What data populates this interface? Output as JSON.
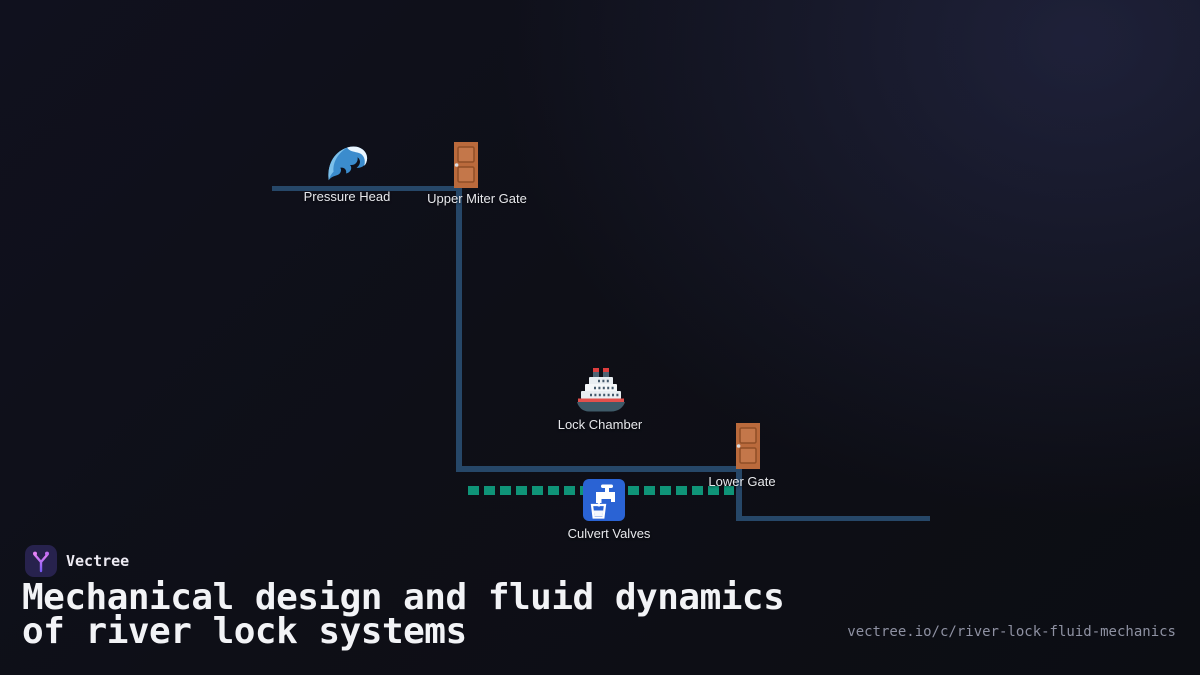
{
  "background": {
    "base_color": "#0e0f16",
    "glow_color": "#30345e"
  },
  "diagram": {
    "edge_color": "#264768",
    "culvert_dash_color": "#0f9478",
    "nodes": [
      {
        "id": "pressure-head",
        "label": "Pressure Head",
        "icon": "water-wave-icon"
      },
      {
        "id": "upper-miter-gate",
        "label": "Upper Miter Gate",
        "icon": "door-icon"
      },
      {
        "id": "lock-chamber",
        "label": "Lock Chamber",
        "icon": "ship-icon"
      },
      {
        "id": "lower-gate",
        "label": "Lower Gate",
        "icon": "door-icon"
      },
      {
        "id": "culvert-valves",
        "label": "Culvert Valves",
        "icon": "potable-water-icon"
      }
    ]
  },
  "footer": {
    "brand": "Vectree",
    "title_line1": "Mechanical design and fluid dynamics",
    "title_line2": "of river lock systems",
    "url": "vectree.io/c/river-lock-fluid-mechanics"
  }
}
